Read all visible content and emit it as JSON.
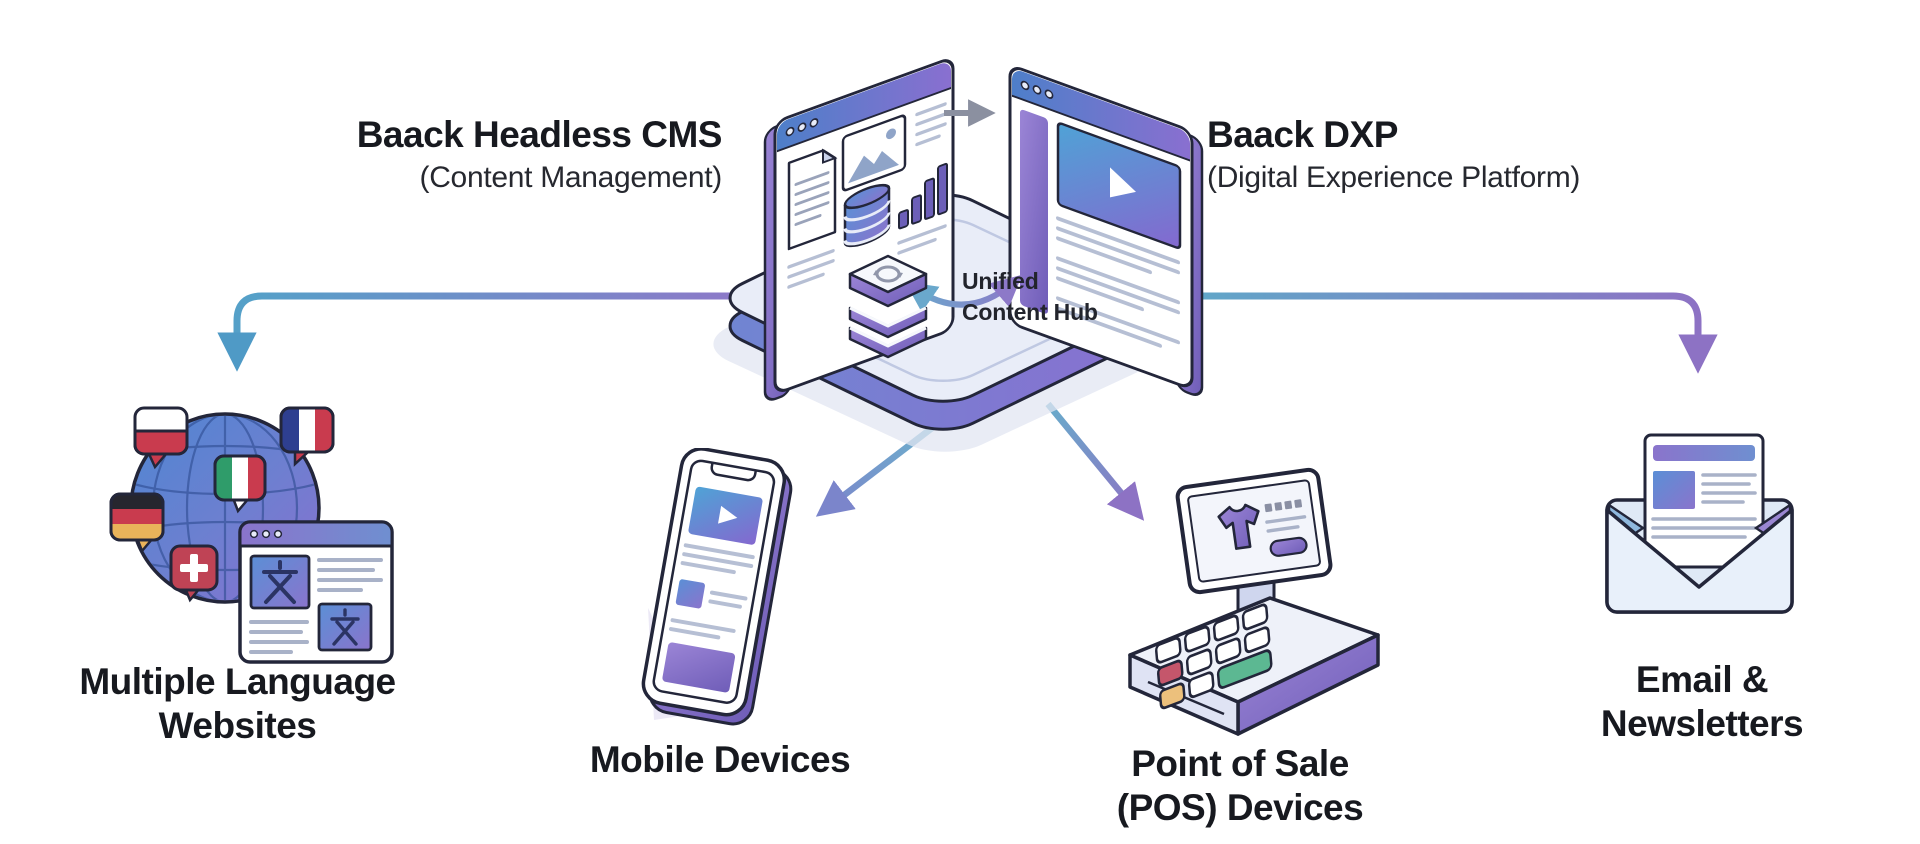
{
  "hub": {
    "cms": {
      "title": "Baack Headless CMS",
      "subtitle": "(Content Management)"
    },
    "dxp": {
      "title": "Baack DXP",
      "subtitle": "(Digital Experience Platform)"
    },
    "label_line1": "Unified",
    "label_line2": "Content Hub"
  },
  "destinations": [
    {
      "id": "multiple-language-websites",
      "icon": "globe-language-flags-icon",
      "label_line1": "Multiple Language",
      "label_line2": "Websites",
      "translation_glyph": "文"
    },
    {
      "id": "mobile-devices",
      "icon": "smartphone-icon",
      "label_line1": "Mobile Devices",
      "label_line2": ""
    },
    {
      "id": "point-of-sale-devices",
      "icon": "pos-terminal-icon",
      "label_line1": "Point of Sale",
      "label_line2": "(POS) Devices"
    },
    {
      "id": "email-newsletters",
      "icon": "open-envelope-newsletter-icon",
      "label_line1": "Email &",
      "label_line2": "Newsletters"
    }
  ],
  "palette": {
    "outline": "#23263a",
    "platform_top": "#e9edf8",
    "blue": "#4d7fc9",
    "purple": "#8a6fd0",
    "arrow_teal": "#55a0c8",
    "arrow_purple": "#8d72c4",
    "flag_red": "#c93b4e",
    "flag_green": "#2f9c6a",
    "flag_navy": "#2e3f90",
    "flag_gold": "#e9b35a",
    "key_red": "#c5566b",
    "key_orange": "#ecc07c",
    "key_green": "#5cb892"
  }
}
